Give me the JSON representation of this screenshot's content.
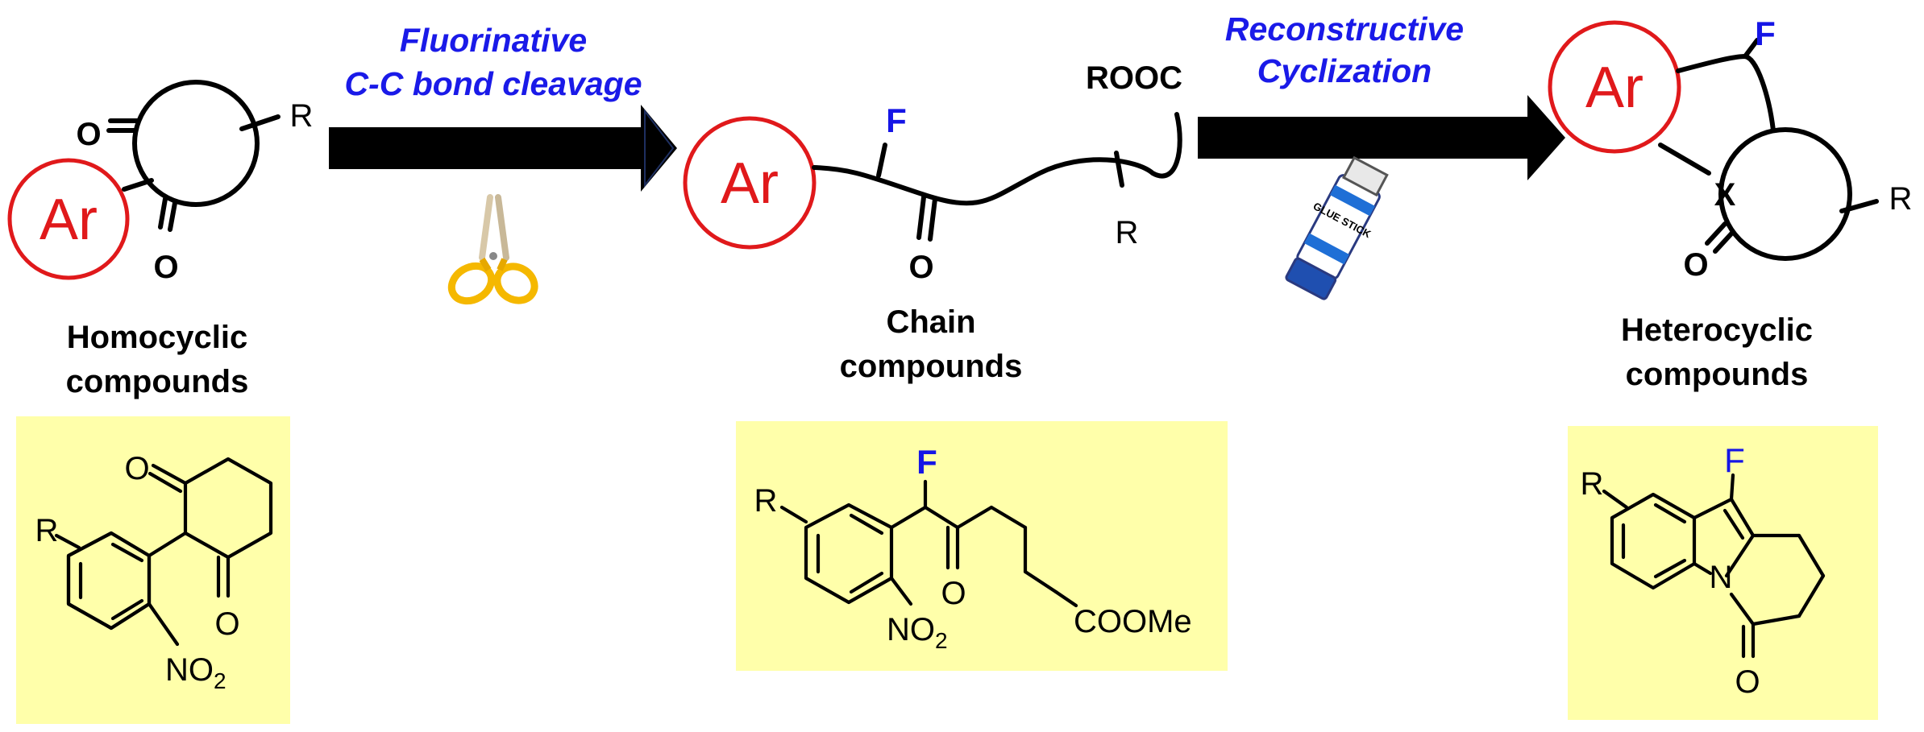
{
  "steps": {
    "cleavage": {
      "line1": "Fluorinative",
      "line2": "C-C bond cleavage"
    },
    "cyclization": {
      "line1": "Reconstructive",
      "line2": "Cyclization"
    }
  },
  "captions": {
    "homocyclic": {
      "line1": "Homocyclic",
      "line2": "compounds"
    },
    "chain": {
      "line1": "Chain",
      "line2": "compounds"
    },
    "heterocyclic": {
      "line1": "Heterocyclic",
      "line2": "compounds"
    }
  },
  "labels": {
    "ar": "Ar",
    "oxygen": "O",
    "r_group": "R",
    "fluorine": "F",
    "ester_prefix": "ROOC",
    "ring_atom": "X",
    "nitro_main": "NO",
    "nitro_sub": "2",
    "methyl_ester": "COOMe",
    "nitrogen": "N",
    "glue_label": "GLUE STICK"
  },
  "colors": {
    "ar_red": "#e0191b",
    "fluorine_blue": "#1515e6",
    "step_blue": "#1a1ae8",
    "panel_yellow": "#ffffaa",
    "arrow": "#000000"
  },
  "icons": [
    "scissors-icon",
    "glue-stick-icon"
  ]
}
